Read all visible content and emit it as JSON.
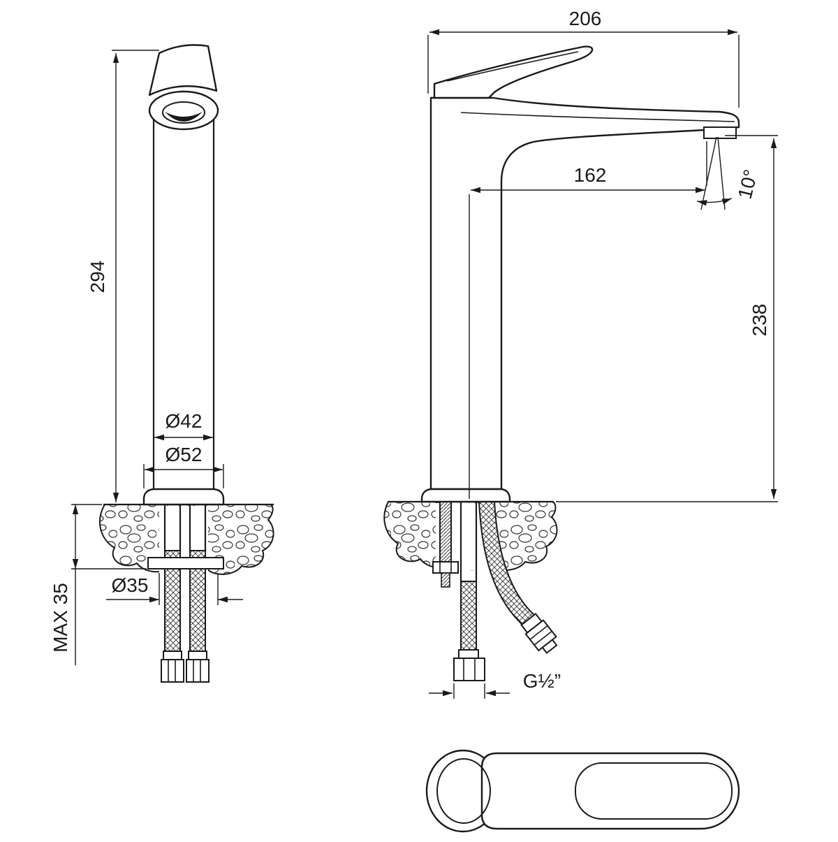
{
  "page": {
    "background_color": "#ffffff",
    "ink_color": "#1a1a1a"
  },
  "dims": {
    "front_height": "294",
    "body_diameter": "Ø42",
    "base_diameter": "Ø52",
    "hole_diameter": "Ø35",
    "max_deck_thickness": "MAX 35",
    "side_total_depth": "206",
    "spout_reach": "162",
    "spout_height": "238",
    "spout_angle": "10°",
    "hose_thread": "G½”"
  }
}
